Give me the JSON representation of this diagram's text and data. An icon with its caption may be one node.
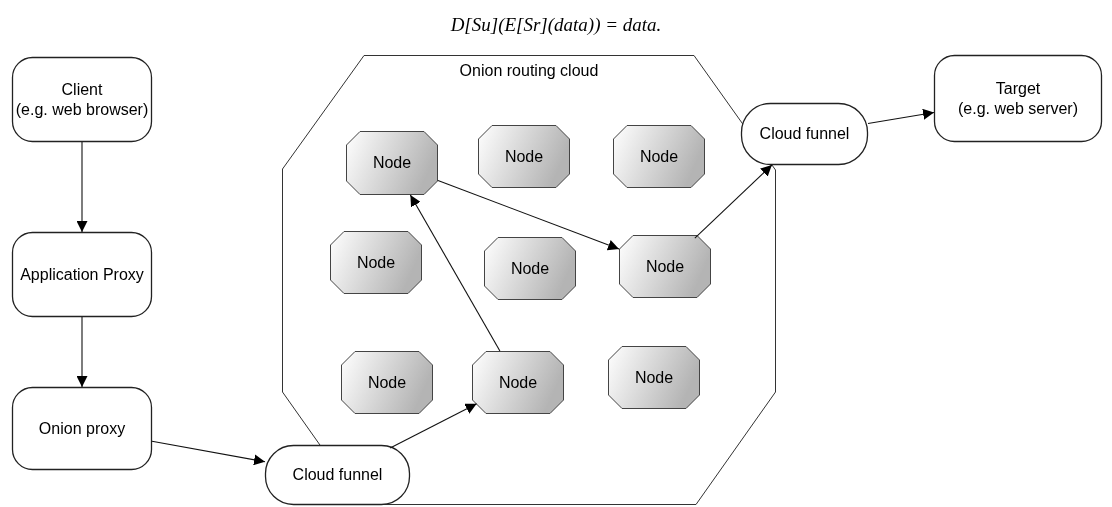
{
  "diagram": {
    "title": "D[Su](E[Sr](data)) = data.",
    "nodes": [
      {
        "text": [
          "Client",
          "(e.g. web browser)"
        ]
      },
      {
        "text": [
          "Application Proxy"
        ]
      },
      {
        "text": [
          "Onion proxy"
        ]
      },
      {
        "text": [
          "Onion routing cloud"
        ]
      },
      {
        "text": [
          "Node"
        ],
        "in": 3
      },
      {
        "text": [
          "Node"
        ],
        "in": 3
      },
      {
        "text": [
          "Node"
        ],
        "in": 3
      },
      {
        "text": [
          "Node"
        ],
        "in": 3
      },
      {
        "text": [
          "Node"
        ],
        "in": 3
      },
      {
        "text": [
          "Node"
        ],
        "in": 3
      },
      {
        "text": [
          "Node"
        ],
        "in": 3
      },
      {
        "text": [
          "Node"
        ],
        "in": 3
      },
      {
        "text": [
          "Node"
        ],
        "in": 3
      },
      {
        "text": [
          "Cloud funnel"
        ]
      },
      {
        "text": [
          "Cloud funnel"
        ]
      },
      {
        "text": [
          "Target",
          "(e.g. web server)"
        ]
      }
    ],
    "edges": [
      {
        "from": 0,
        "to": 1,
        "arrow": "to"
      },
      {
        "from": 1,
        "to": 2,
        "arrow": "to"
      },
      {
        "from": 2,
        "to": 13,
        "arrow": "to"
      },
      {
        "from": 13,
        "to": 11,
        "arrow": "to"
      },
      {
        "from": 11,
        "to": 4,
        "arrow": "to"
      },
      {
        "from": 4,
        "to": 9,
        "arrow": "to"
      },
      {
        "from": 9,
        "to": 14,
        "arrow": "to"
      },
      {
        "from": 14,
        "to": 15,
        "arrow": "to"
      }
    ]
  }
}
